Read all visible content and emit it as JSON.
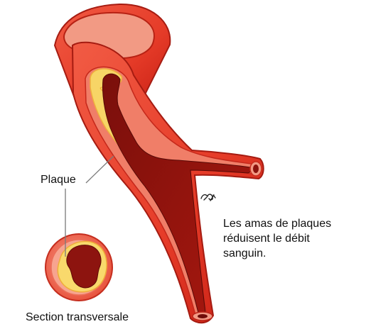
{
  "diagram": {
    "labels": {
      "plaque": "Plaque",
      "effect": "Les amas de plaques\nréduisent le débit\nsanguin.",
      "section": "Section transversale"
    },
    "colors": {
      "vessel_outer": "#e73f2b",
      "vessel_outer_dark": "#b91d12",
      "vessel_wall": "#f08a75",
      "vessel_wall_light": "#f7b5a3",
      "lumen": "#8d140f",
      "lumen_dark": "#5e0b08",
      "plaque": "#f8d86a",
      "plaque_edge": "#f0b33f",
      "leader_line": "#7a7a7a"
    },
    "icons": {
      "logo": "artist-logo"
    }
  }
}
